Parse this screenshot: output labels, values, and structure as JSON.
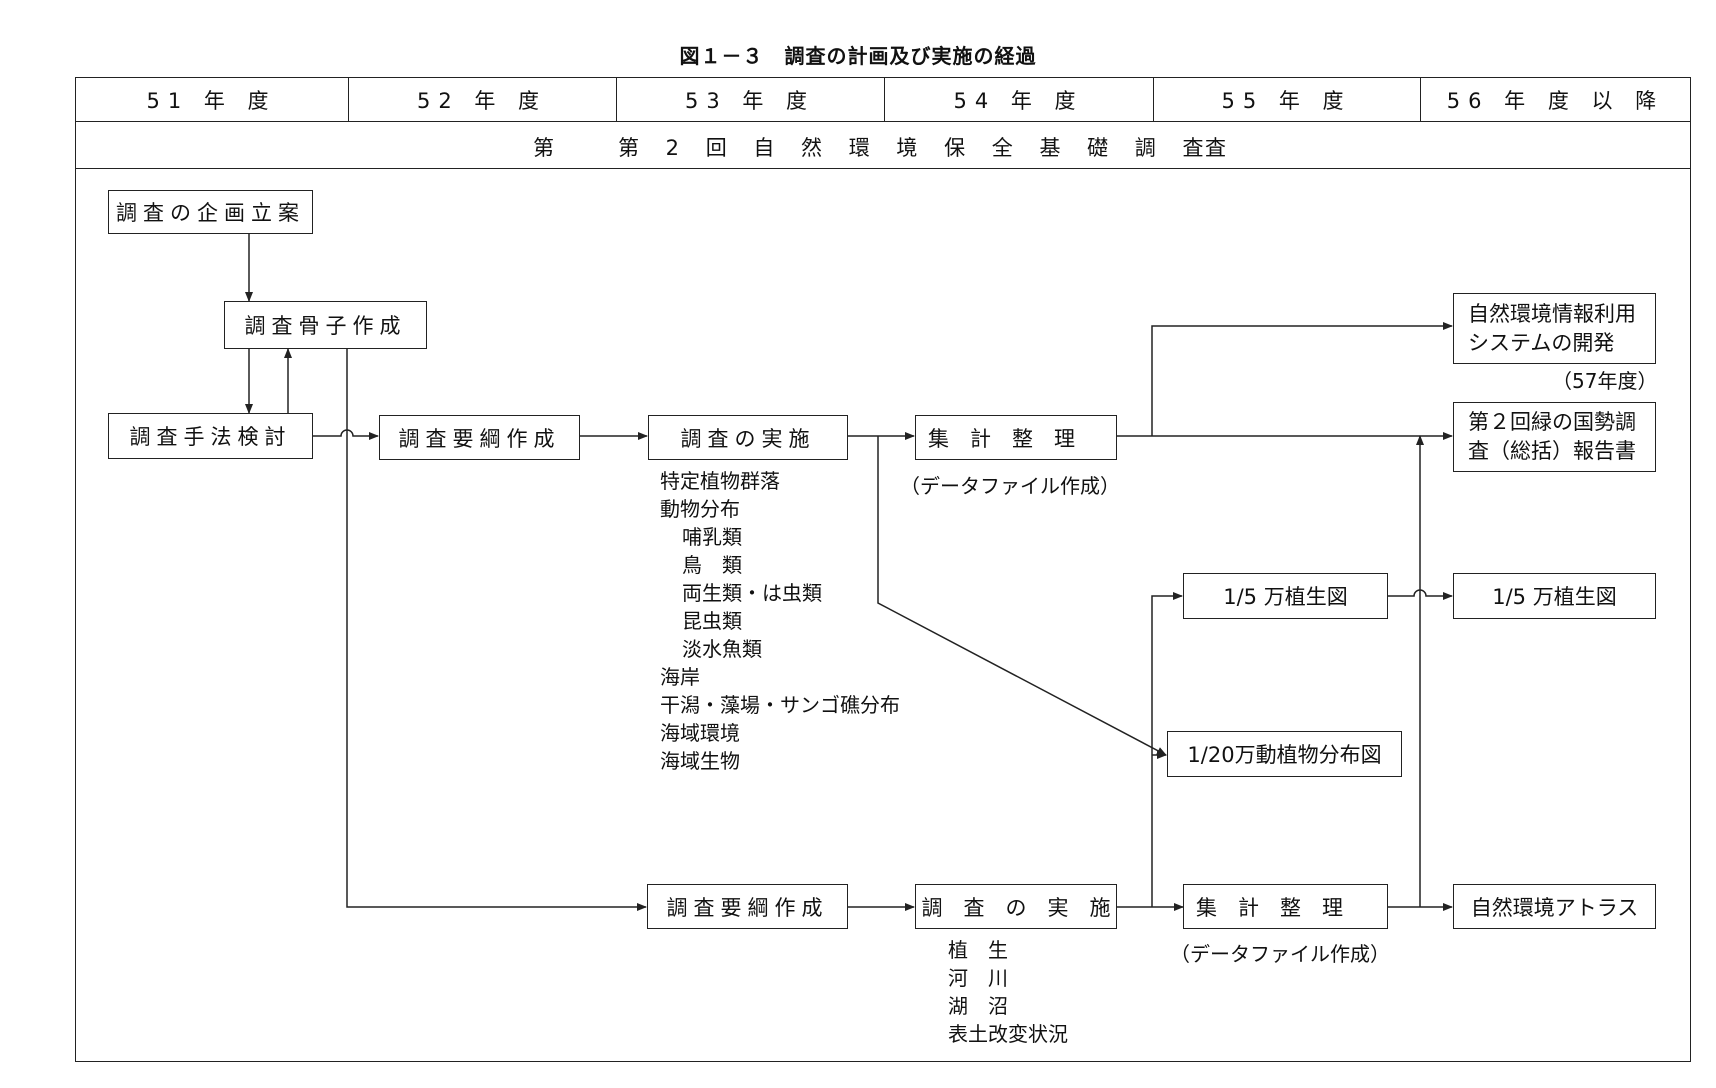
{
  "title": "図１－３　調査の計画及び実施の経過",
  "years": [
    "51 年 度",
    "52 年 度",
    "53 年 度",
    "54 年 度",
    "55 年 度",
    "56 年 度 以 降"
  ],
  "survey_band": {
    "prefix": "第",
    "name": "第 2 回 自 然 環 境 保 全 基 礎 調 査",
    "suffix": "査"
  },
  "boxes": {
    "plan": "調査の企画立案",
    "framework": "調査骨子作成",
    "method": "調査手法検討",
    "outline1": "調査要綱作成",
    "execute1": "調査の実施",
    "tally1": "集　計　整　理",
    "info_system": [
      "自然環境情報利用",
      "システムの開発"
    ],
    "report": [
      "第２回緑の国勢調",
      "査（総括）報告書"
    ],
    "veg_map1": "1/5 万植生図",
    "veg_map2": "1/5 万植生図",
    "fauna_map": "1/20万動植物分布図",
    "outline2": "調査要綱作成",
    "execute2": "調　査　の　実　施",
    "tally2": "集　計　整　理",
    "atlas": "自然環境アトラス"
  },
  "labels": {
    "year57": "（57年度）",
    "datafile1": "（データファイル作成）",
    "datafile2": "（データファイル作成）"
  },
  "items1": [
    "特定植物群落",
    "動物分布",
    "哺乳類",
    "鳥　類",
    "両生類・は虫類",
    "昆虫類",
    "淡水魚類",
    "海岸",
    "干潟・藻場・サンゴ礁分布",
    "海域環境",
    "海域生物"
  ],
  "items2": [
    "植　生",
    "河　川",
    "湖　沼",
    "表土改変状況"
  ]
}
